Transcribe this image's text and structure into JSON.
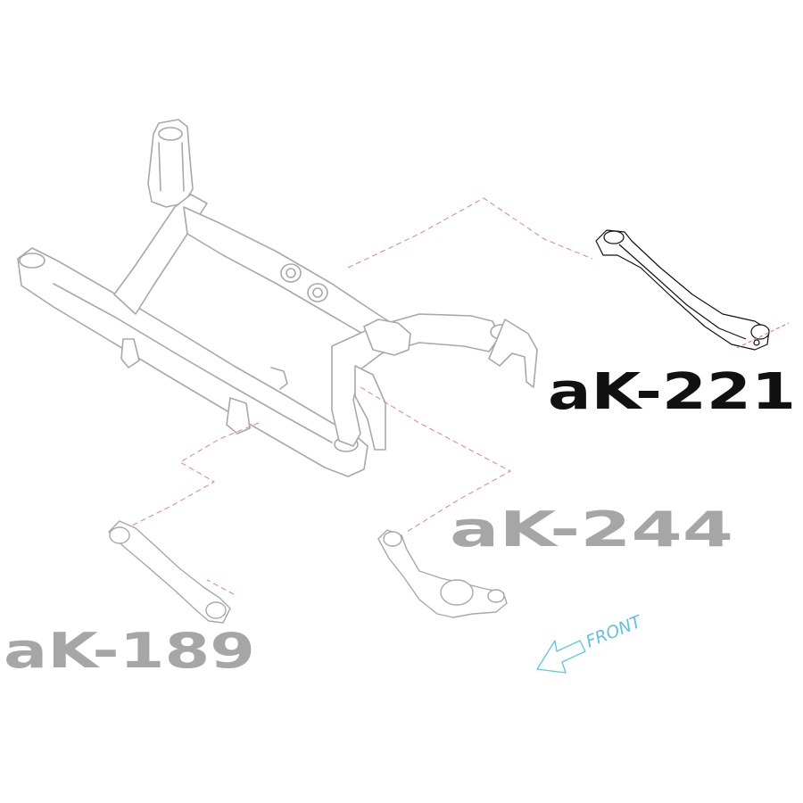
{
  "labels": {
    "ak221": "aK-221",
    "ak244": "aK-244",
    "ak189": "aK-189",
    "front": "FRONT"
  },
  "colors": {
    "line_faint": "#a8a8a8",
    "line_dark": "#111111",
    "leader": "#e0808a",
    "label_active": "#111111",
    "label_muted": "#a6a6a6",
    "front_arrow": "#5fc3e6"
  }
}
